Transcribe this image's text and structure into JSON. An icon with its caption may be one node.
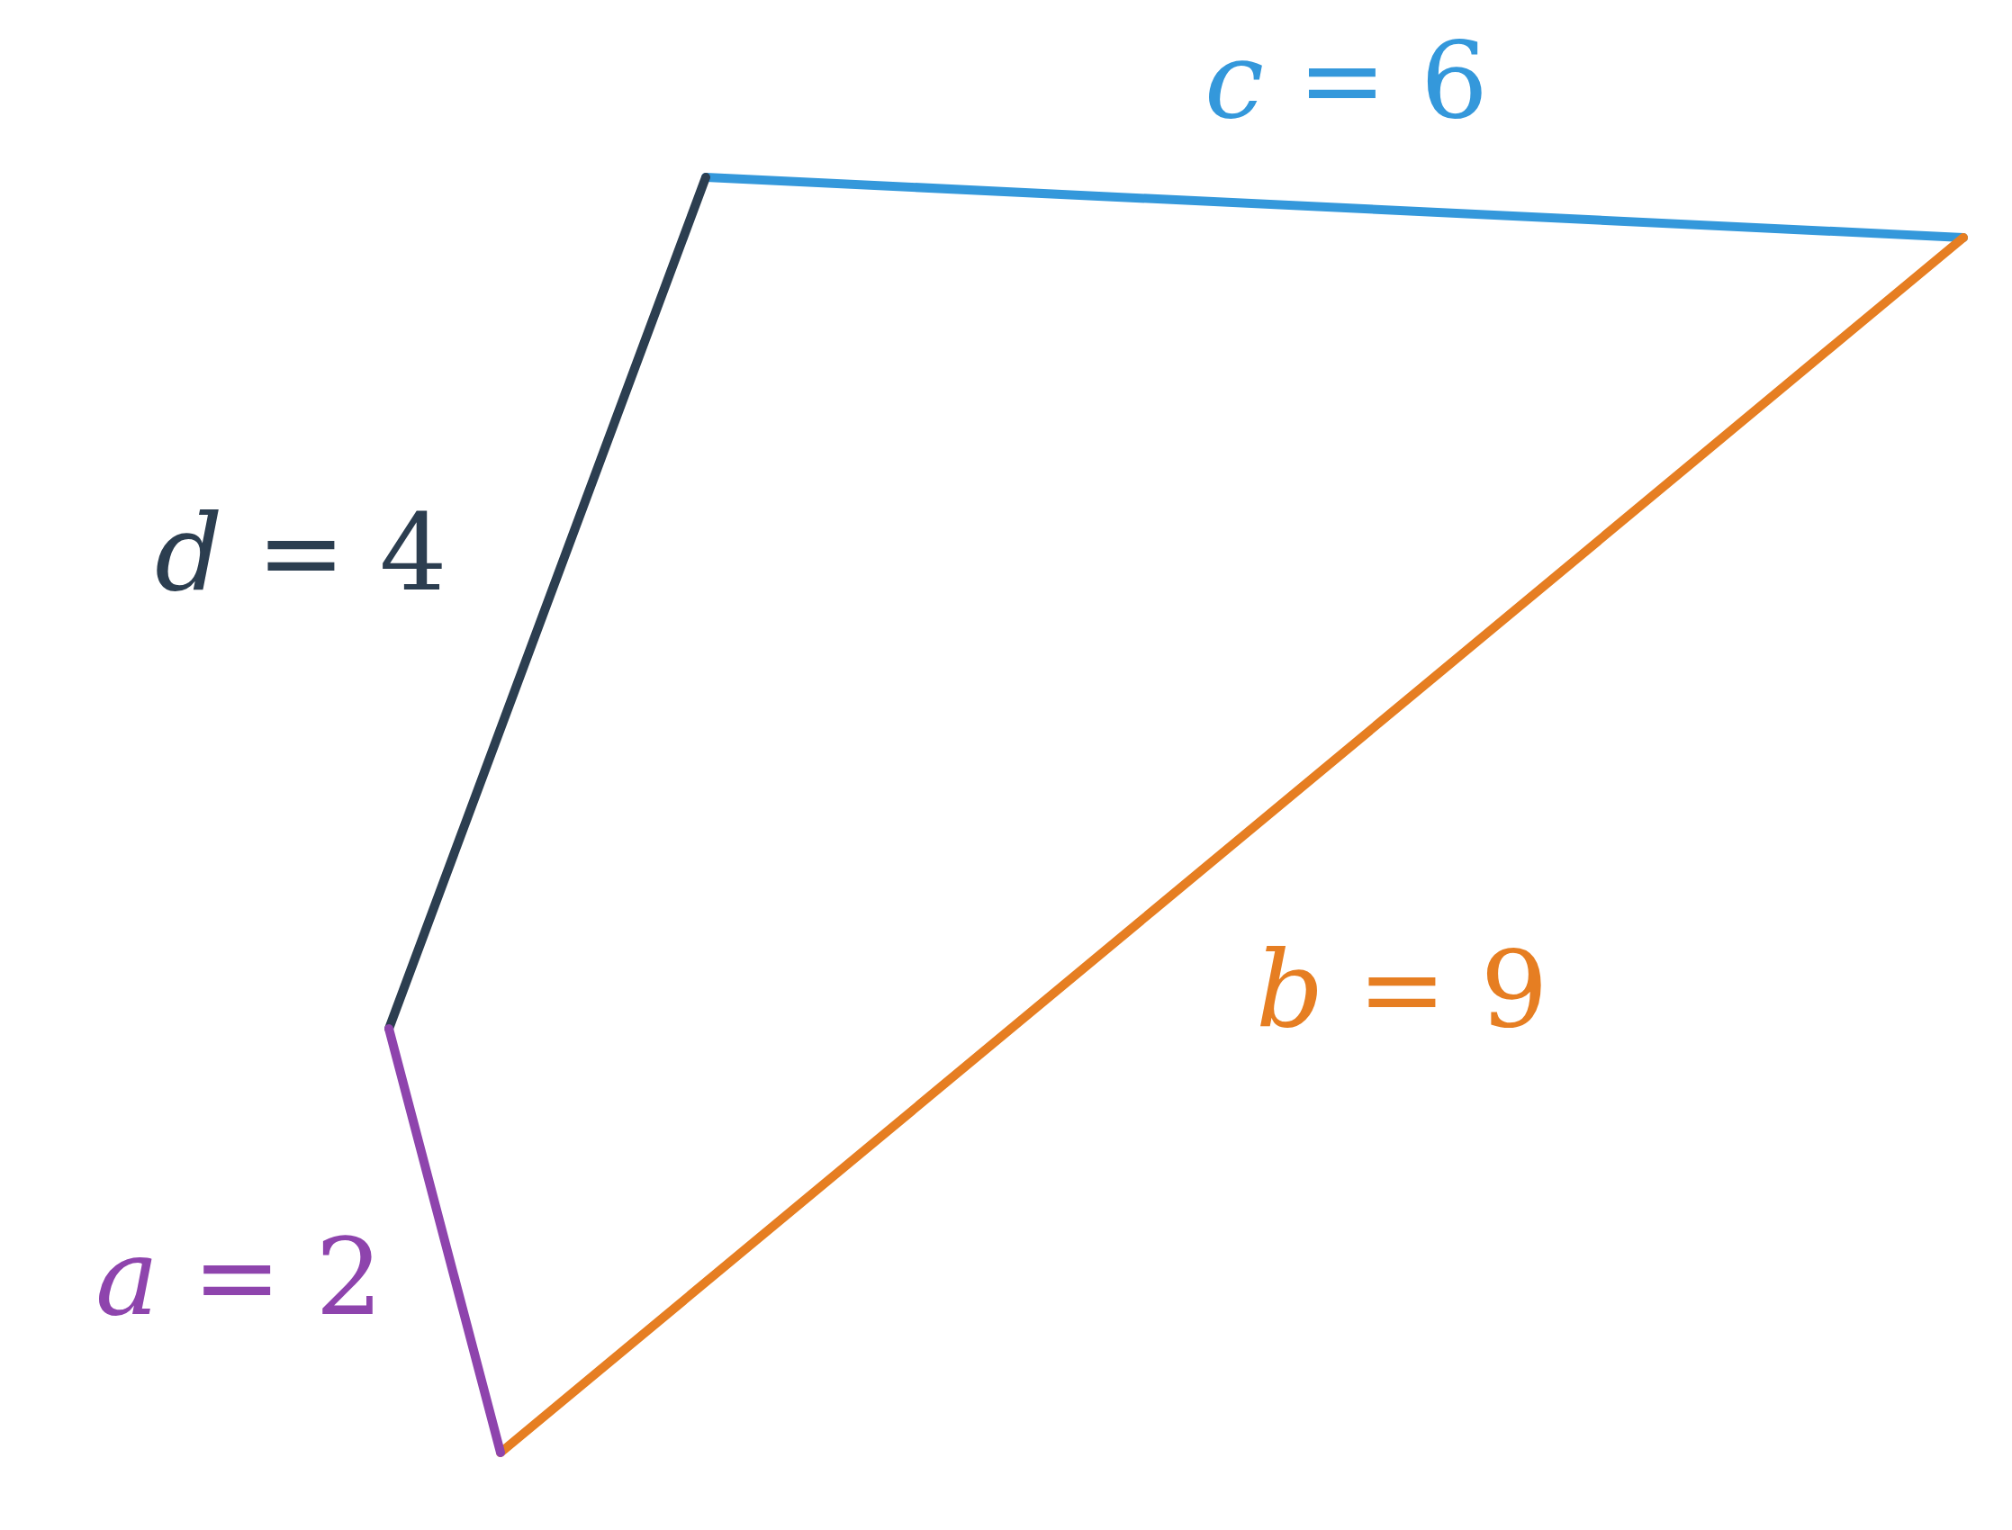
{
  "diagram": {
    "labels": [
      "*c* = 6",
      "*d* = 4",
      "*b* = 9",
      "*a* = 2"
    ]
  }
}
